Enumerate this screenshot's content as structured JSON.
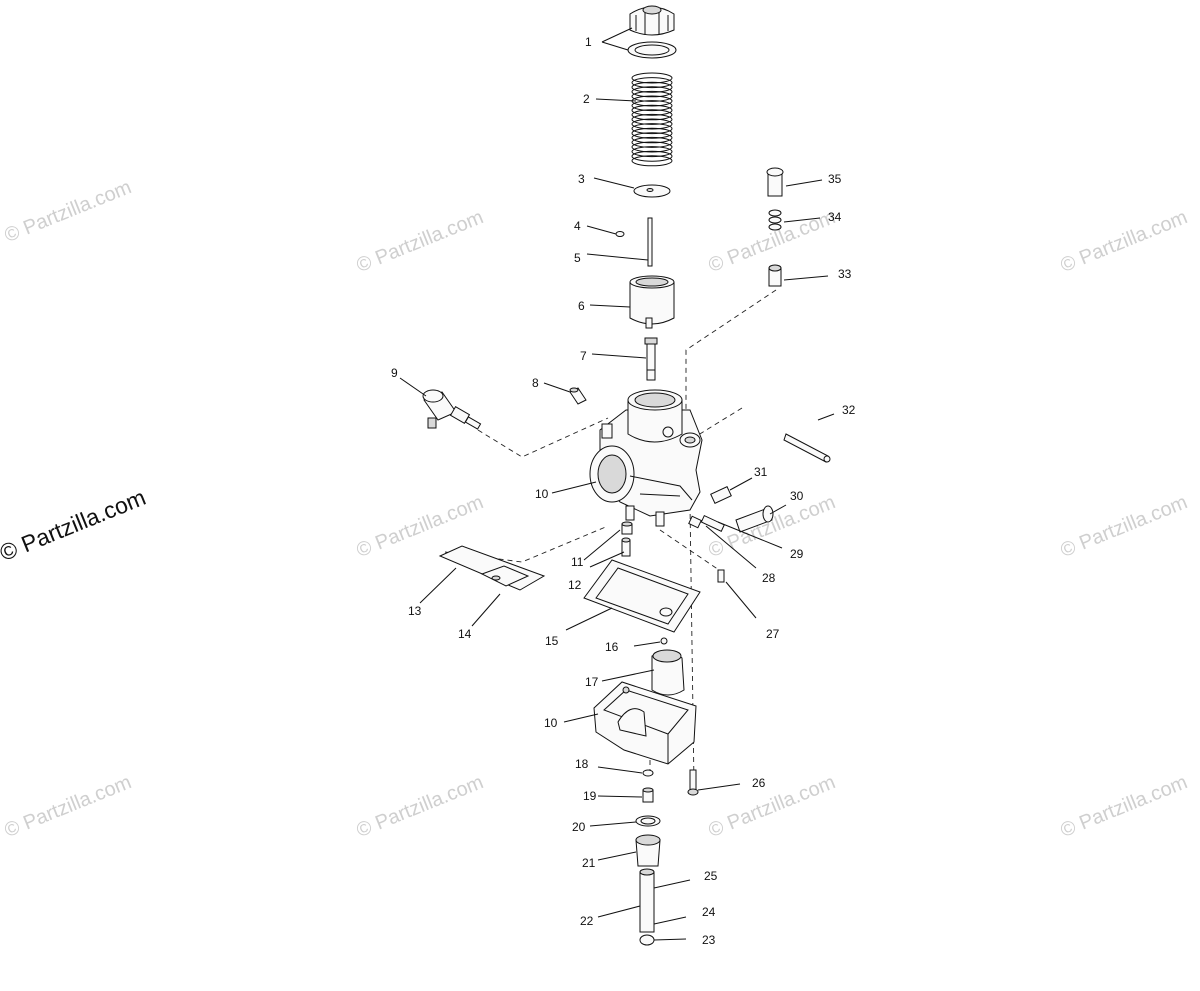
{
  "watermark": {
    "text": "© Partzilla.com"
  },
  "callouts": [
    {
      "id": "1",
      "text": "1"
    },
    {
      "id": "2",
      "text": "2"
    },
    {
      "id": "3",
      "text": "3"
    },
    {
      "id": "4",
      "text": "4"
    },
    {
      "id": "5",
      "text": "5"
    },
    {
      "id": "6",
      "text": "6"
    },
    {
      "id": "7",
      "text": "7"
    },
    {
      "id": "8",
      "text": "8"
    },
    {
      "id": "9",
      "text": "9"
    },
    {
      "id": "10a",
      "text": "10"
    },
    {
      "id": "10b",
      "text": "10"
    },
    {
      "id": "11",
      "text": "11"
    },
    {
      "id": "12",
      "text": "12"
    },
    {
      "id": "13",
      "text": "13"
    },
    {
      "id": "14",
      "text": "14"
    },
    {
      "id": "15",
      "text": "15"
    },
    {
      "id": "16",
      "text": "16"
    },
    {
      "id": "17",
      "text": "17"
    },
    {
      "id": "18",
      "text": "18"
    },
    {
      "id": "19",
      "text": "19"
    },
    {
      "id": "20",
      "text": "20"
    },
    {
      "id": "21",
      "text": "21"
    },
    {
      "id": "22",
      "text": "22"
    },
    {
      "id": "23",
      "text": "23"
    },
    {
      "id": "24",
      "text": "24"
    },
    {
      "id": "25",
      "text": "25"
    },
    {
      "id": "26",
      "text": "26"
    },
    {
      "id": "27",
      "text": "27"
    },
    {
      "id": "28",
      "text": "28"
    },
    {
      "id": "29",
      "text": "29"
    },
    {
      "id": "30",
      "text": "30"
    },
    {
      "id": "31",
      "text": "31"
    },
    {
      "id": "32",
      "text": "32"
    },
    {
      "id": "33",
      "text": "33"
    },
    {
      "id": "34",
      "text": "34"
    },
    {
      "id": "35",
      "text": "35"
    }
  ]
}
